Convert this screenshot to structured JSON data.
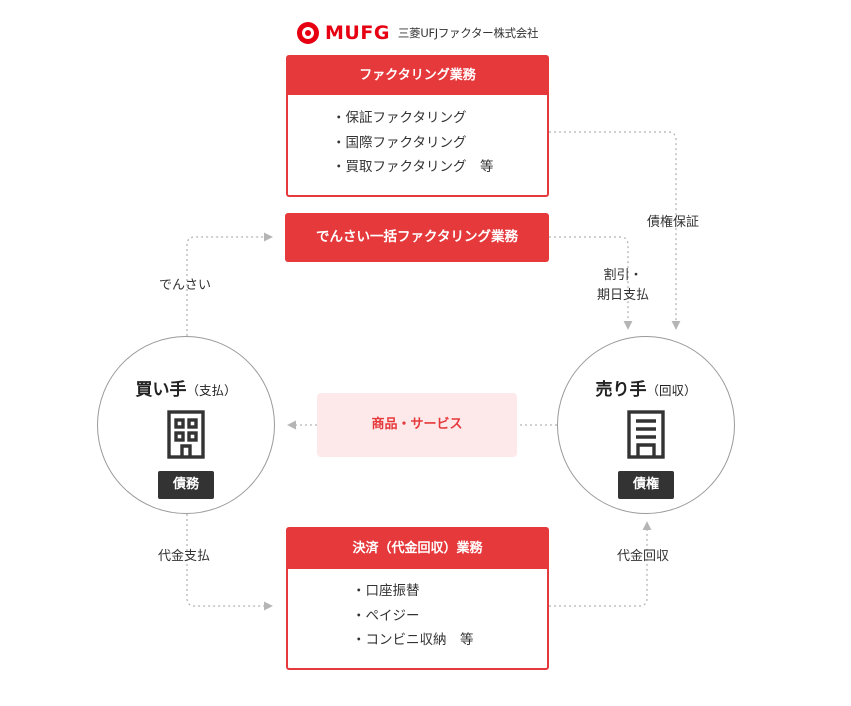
{
  "logo": {
    "brand": "MUFG",
    "company": "三菱UFJファクター株式会社"
  },
  "services": {
    "factoring": {
      "title": "ファクタリング業務",
      "items": [
        "保証ファクタリング",
        "国際ファクタリング",
        "買取ファクタリング　等"
      ]
    },
    "densai": {
      "title": "でんさい一括ファクタリング業務"
    },
    "goods": {
      "label": "商品・サービス"
    },
    "settlement": {
      "title": "決済（代金回収）業務",
      "items": [
        "口座振替",
        "ペイジー",
        "コンビニ収納　等"
      ]
    }
  },
  "parties": {
    "buyer": {
      "name": "買い手",
      "role": "（支払）",
      "badge": "債務",
      "icon": "office-building-icon"
    },
    "seller": {
      "name": "売り手",
      "role": "（回収）",
      "badge": "債権",
      "icon": "storefront-building-icon"
    }
  },
  "flows": {
    "densai": "でんさい",
    "discount_line1": "割引・",
    "discount_line2": "期日支払",
    "guarantee": "債権保証",
    "payment": "代金支払",
    "collection": "代金回収"
  },
  "colors": {
    "accent": "#e5393c",
    "goods_bg": "#fde9e9",
    "badge": "#333333",
    "connector": "#b5b5b5"
  }
}
